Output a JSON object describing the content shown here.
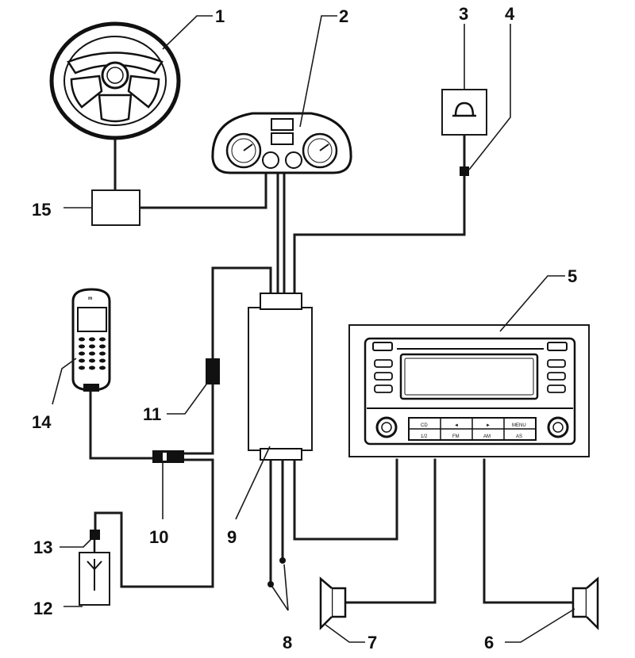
{
  "labels": {
    "n1": "1",
    "n2": "2",
    "n3": "3",
    "n4": "4",
    "n5": "5",
    "n6": "6",
    "n7": "7",
    "n8": "8",
    "n9": "9",
    "n10": "10",
    "n11": "11",
    "n12": "12",
    "n13": "13",
    "n14": "14",
    "n15": "15"
  },
  "radio_buttons": {
    "b1": "CD",
    "b2": "◄",
    "b3": "►",
    "b4": "MENU",
    "b5": "1/2",
    "b6": "FM",
    "b7": "AM",
    "b8": "AS"
  },
  "phone_logo": "m"
}
